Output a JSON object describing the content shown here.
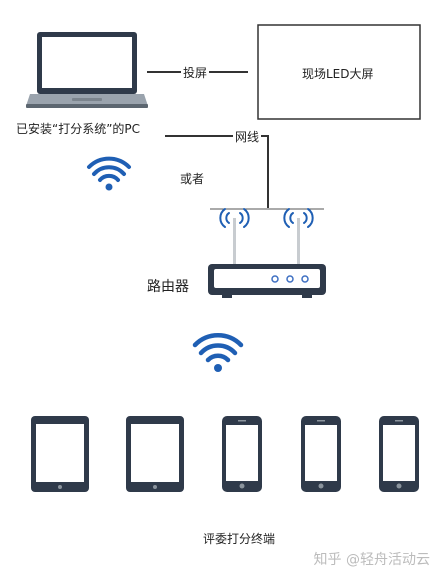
{
  "labels": {
    "screen": "现场LED大屏",
    "projection": "投屏",
    "pc": "已安装“打分系统”的PC",
    "cable": "网线",
    "or": "或者",
    "router": "路由器",
    "terminals": "评委打分终端"
  },
  "icons": {
    "laptop": "laptop-icon",
    "wifi": "wifi-icon",
    "router": "router-icon",
    "tablet": "tablet-icon",
    "phone": "phone-icon"
  },
  "watermark": "知乎 @轻舟活动云",
  "colors": {
    "device_dark": "#2f3a4a",
    "screen_blue": "#3e6fc2",
    "wifi_blue": "#1f5fb4",
    "line": "#333333"
  }
}
